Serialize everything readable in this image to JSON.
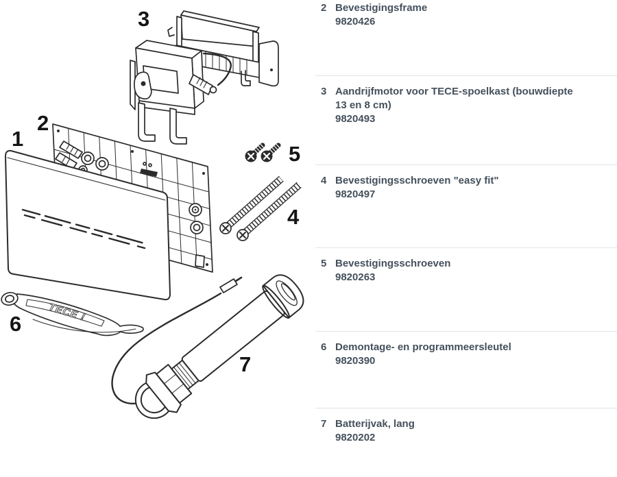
{
  "diagram": {
    "labels": [
      "1",
      "2",
      "3",
      "4",
      "5",
      "6",
      "7"
    ],
    "key_brand": "TECE !"
  },
  "parts_list": {
    "items": [
      {
        "number": "2",
        "name": "Bevestigingsframe",
        "article": "9820426"
      },
      {
        "number": "3",
        "name": "Aandrijfmotor voor TECE-spoelkast (bouwdiepte 13 en 8 cm)",
        "article": "9820493"
      },
      {
        "number": "4",
        "name": "Bevestigingsschroeven \"easy fit\"",
        "article": "9820497"
      },
      {
        "number": "5",
        "name": "Bevestigingsschroeven",
        "article": "9820263"
      },
      {
        "number": "6",
        "name": "Demontage- en programmeersleutel",
        "article": "9820390"
      },
      {
        "number": "7",
        "name": "Batterijvak, lang",
        "article": "9820202"
      }
    ]
  },
  "colors": {
    "list_text": "#44505c",
    "divider": "#e4e5e7",
    "line_art": "#2b2b2b",
    "label_text": "#151515",
    "background": "#ffffff"
  }
}
